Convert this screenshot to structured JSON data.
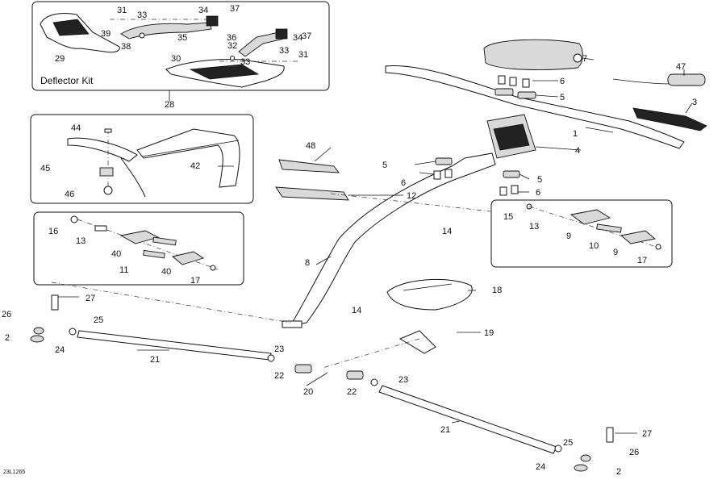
{
  "diagram": {
    "kit_label": "Deflector Kit",
    "drawing_code": "23L1265",
    "callouts": {
      "c1": "1",
      "c2a": "2",
      "c2b": "2",
      "c3": "3",
      "c4": "4",
      "c5a": "5",
      "c5b": "5",
      "c5c": "5",
      "c6a": "6",
      "c6b": "6",
      "c6c": "6",
      "c7": "7",
      "c8": "8",
      "c9a": "9",
      "c9b": "9",
      "c10": "10",
      "c11": "11",
      "c12": "12",
      "c13a": "13",
      "c13b": "13",
      "c14a": "14",
      "c14b": "14",
      "c15": "15",
      "c16": "16",
      "c17a": "17",
      "c17b": "17",
      "c18": "18",
      "c19": "19",
      "c20": "20",
      "c21a": "21",
      "c21b": "21",
      "c22a": "22",
      "c22b": "22",
      "c23a": "23",
      "c23b": "23",
      "c24a": "24",
      "c24b": "24",
      "c25a": "25",
      "c25b": "25",
      "c26a": "26",
      "c26b": "26",
      "c27a": "27",
      "c27b": "27",
      "c28": "28",
      "c29": "29",
      "c30": "30",
      "c31a": "31",
      "c31b": "31",
      "c32": "32",
      "c33a": "33",
      "c33b": "33",
      "c33c": "33",
      "c34a": "34",
      "c34b": "34",
      "c35": "35",
      "c36": "36",
      "c37a": "37",
      "c37b": "37",
      "c38": "38",
      "c39": "39",
      "c40a": "40",
      "c40b": "40",
      "c42": "42",
      "c44": "44",
      "c45": "45",
      "c46": "46",
      "c47": "47",
      "c48": "48"
    }
  }
}
